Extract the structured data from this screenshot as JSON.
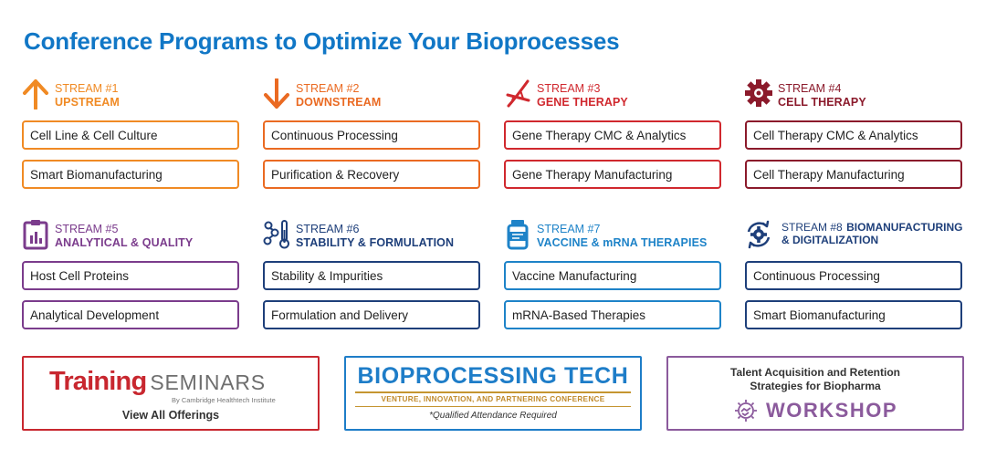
{
  "page_title": "Conference Programs to Optimize Your Bioprocesses",
  "colors": {
    "title": "#1177c6",
    "upstream": "#f08a24",
    "downstream": "#ea6a22",
    "gene_therapy": "#d0282e",
    "cell_therapy": "#8b1a2b",
    "analytical": "#7b3c8c",
    "stability": "#1e3f7a",
    "vaccine": "#1e83c8",
    "biomanufacturing": "#1e3f7a"
  },
  "streams": [
    {
      "number": "STREAM #1",
      "name": "UPSTREAM",
      "icon": "arrow-up-icon",
      "programs": [
        "Cell Line & Cell Culture",
        "Smart Biomanufacturing"
      ]
    },
    {
      "number": "STREAM #2",
      "name": "DOWNSTREAM",
      "icon": "arrow-down-icon",
      "programs": [
        "Continuous Processing",
        "Purification & Recovery"
      ]
    },
    {
      "number": "STREAM #3",
      "name": "GENE THERAPY",
      "icon": "dna-icon",
      "programs": [
        "Gene Therapy CMC & Analytics",
        "Gene Therapy Manufacturing"
      ]
    },
    {
      "number": "STREAM #4",
      "name": "CELL THERAPY",
      "icon": "cell-gear-icon",
      "programs": [
        "Cell Therapy CMC & Analytics",
        "Cell Therapy Manufacturing"
      ]
    },
    {
      "number": "STREAM #5",
      "name": "ANALYTICAL & QUALITY",
      "icon": "clipboard-chart-icon",
      "programs": [
        "Host Cell Proteins",
        "Analytical Development"
      ]
    },
    {
      "number": "STREAM #6",
      "name": "STABILITY & FORMULATION",
      "icon": "molecule-thermometer-icon",
      "programs": [
        "Stability & Impurities",
        "Formulation and Delivery"
      ]
    },
    {
      "number": "STREAM #7",
      "name": "VACCINE & mRNA THERAPIES",
      "icon": "vial-icon",
      "programs": [
        "Vaccine Manufacturing",
        "mRNA-Based Therapies"
      ]
    },
    {
      "number": "STREAM #8",
      "name": "BIOMANUFACTURING",
      "name_line2": "& DIGITALIZATION",
      "icon": "gear-cycle-icon",
      "programs": [
        "Continuous Processing",
        "Smart Biomanufacturing"
      ]
    }
  ],
  "training": {
    "title_big": "Training",
    "title_small": "SEMINARS",
    "by": "By Cambridge Healthtech Institute",
    "link": "View All Offerings",
    "color": "#c8272f"
  },
  "bioprocessing_tech": {
    "title": "BIOPROCESSING TECH",
    "subtitle": "VENTURE, INNOVATION, AND PARTNERING CONFERENCE",
    "note": "*Qualified Attendance Required",
    "color": "#1e7dc8"
  },
  "workshop": {
    "line1": "Talent Acquisition and Retention",
    "line2": "Strategies for Biopharma",
    "word": "WORKSHOP",
    "icon": "gear-handshake-icon",
    "color": "#8b5a9c"
  }
}
